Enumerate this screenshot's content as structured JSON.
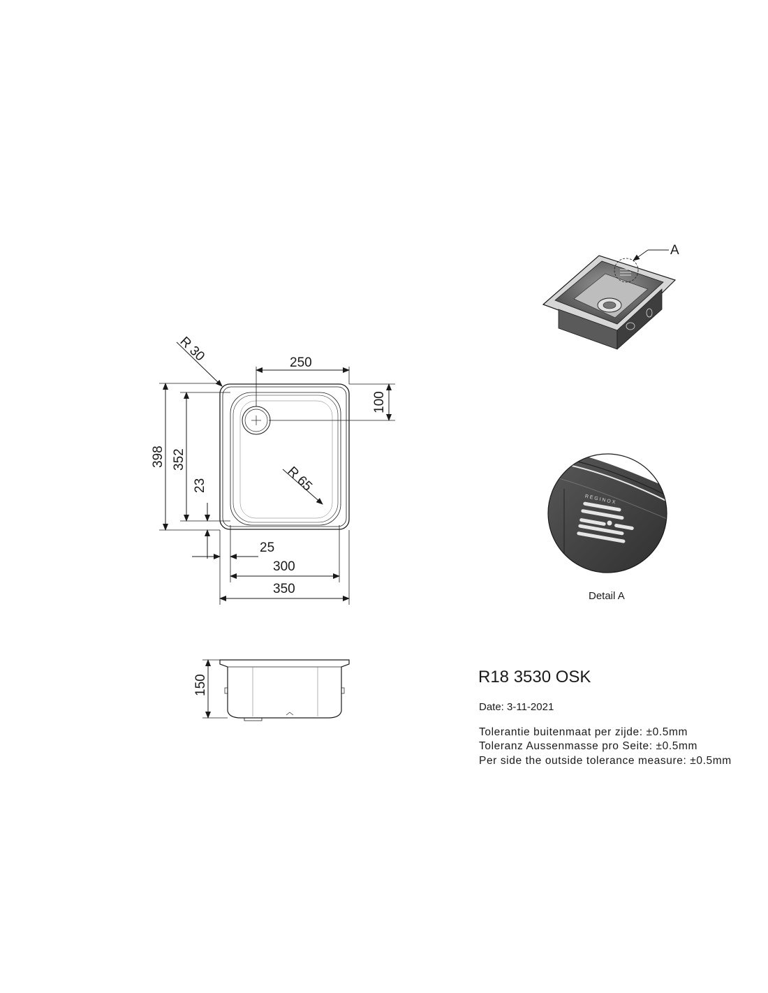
{
  "dimensions": {
    "r30": "R 30",
    "w250": "250",
    "d100": "100",
    "h398": "398",
    "h352": "352",
    "d23": "23",
    "r65": "R 65",
    "d25": "25",
    "w300": "300",
    "w350": "350",
    "h150": "150"
  },
  "callout": "A",
  "detail_label": "Detail A",
  "model": "R18 3530 OSK",
  "date": "Date: 3-11-2021",
  "tolerances": [
    "Tolerantie buitenmaat per zijde: ±0.5mm",
    "Toleranz Aussenmasse pro Seite: ±0.5mm",
    "Per side the outside tolerance measure: ±0.5mm"
  ],
  "colors": {
    "line": "#1a1a1a",
    "steel_dark": "#3c3c3c",
    "steel_mid": "#6e6e6e"
  }
}
